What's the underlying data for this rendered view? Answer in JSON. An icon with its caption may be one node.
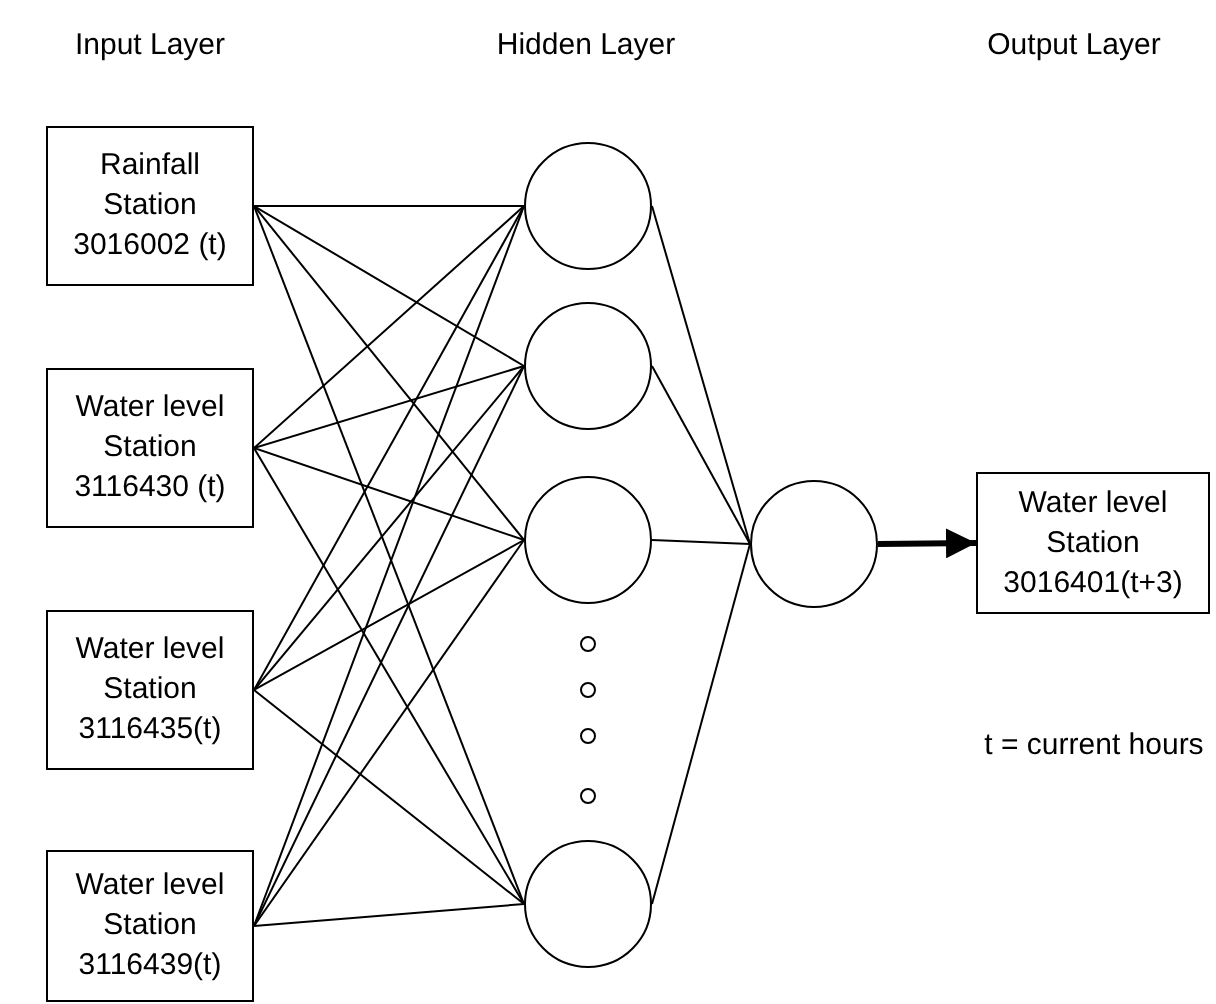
{
  "diagram": {
    "nodes": [
      {
        "text": [
          "Rainfall Station 3016002 (t)"
        ]
      },
      {
        "text": [
          "Water level Station 3116430 (t)"
        ]
      },
      {
        "text": [
          "Water level Station 3116435(t)"
        ]
      },
      {
        "text": [
          "Water level Station 3116439(t)"
        ]
      },
      {
        "text": [],
        "shape": "circle"
      },
      {
        "text": [],
        "shape": "circle"
      },
      {
        "text": [],
        "shape": "circle"
      },
      {
        "text": [],
        "shape": "circle"
      },
      {
        "text": [],
        "shape": "circle"
      },
      {
        "text": [
          "Water level Station 3016401(t+3)"
        ]
      }
    ],
    "edges": [
      {
        "from": 0,
        "to": 4,
        "arrow": "none"
      },
      {
        "from": 0,
        "to": 5,
        "arrow": "none"
      },
      {
        "from": 0,
        "to": 6,
        "arrow": "none"
      },
      {
        "from": 0,
        "to": 7,
        "arrow": "none"
      },
      {
        "from": 1,
        "to": 4,
        "arrow": "none"
      },
      {
        "from": 1,
        "to": 5,
        "arrow": "none"
      },
      {
        "from": 1,
        "to": 6,
        "arrow": "none"
      },
      {
        "from": 1,
        "to": 7,
        "arrow": "none"
      },
      {
        "from": 2,
        "to": 4,
        "arrow": "none"
      },
      {
        "from": 2,
        "to": 5,
        "arrow": "none"
      },
      {
        "from": 2,
        "to": 6,
        "arrow": "none"
      },
      {
        "from": 2,
        "to": 7,
        "arrow": "none"
      },
      {
        "from": 3,
        "to": 4,
        "arrow": "none"
      },
      {
        "from": 3,
        "to": 5,
        "arrow": "none"
      },
      {
        "from": 3,
        "to": 6,
        "arrow": "none"
      },
      {
        "from": 3,
        "to": 7,
        "arrow": "none"
      },
      {
        "from": 4,
        "to": 8,
        "arrow": "none"
      },
      {
        "from": 5,
        "to": 8,
        "arrow": "none"
      },
      {
        "from": 6,
        "to": 8,
        "arrow": "none"
      },
      {
        "from": 7,
        "to": 8,
        "arrow": "none"
      },
      {
        "from": 8,
        "to": 9,
        "arrow": "to",
        "style": "thick"
      }
    ],
    "labels": [
      "Input Layer",
      "Hidden Layer",
      "Output Layer",
      "t = current hours"
    ]
  }
}
